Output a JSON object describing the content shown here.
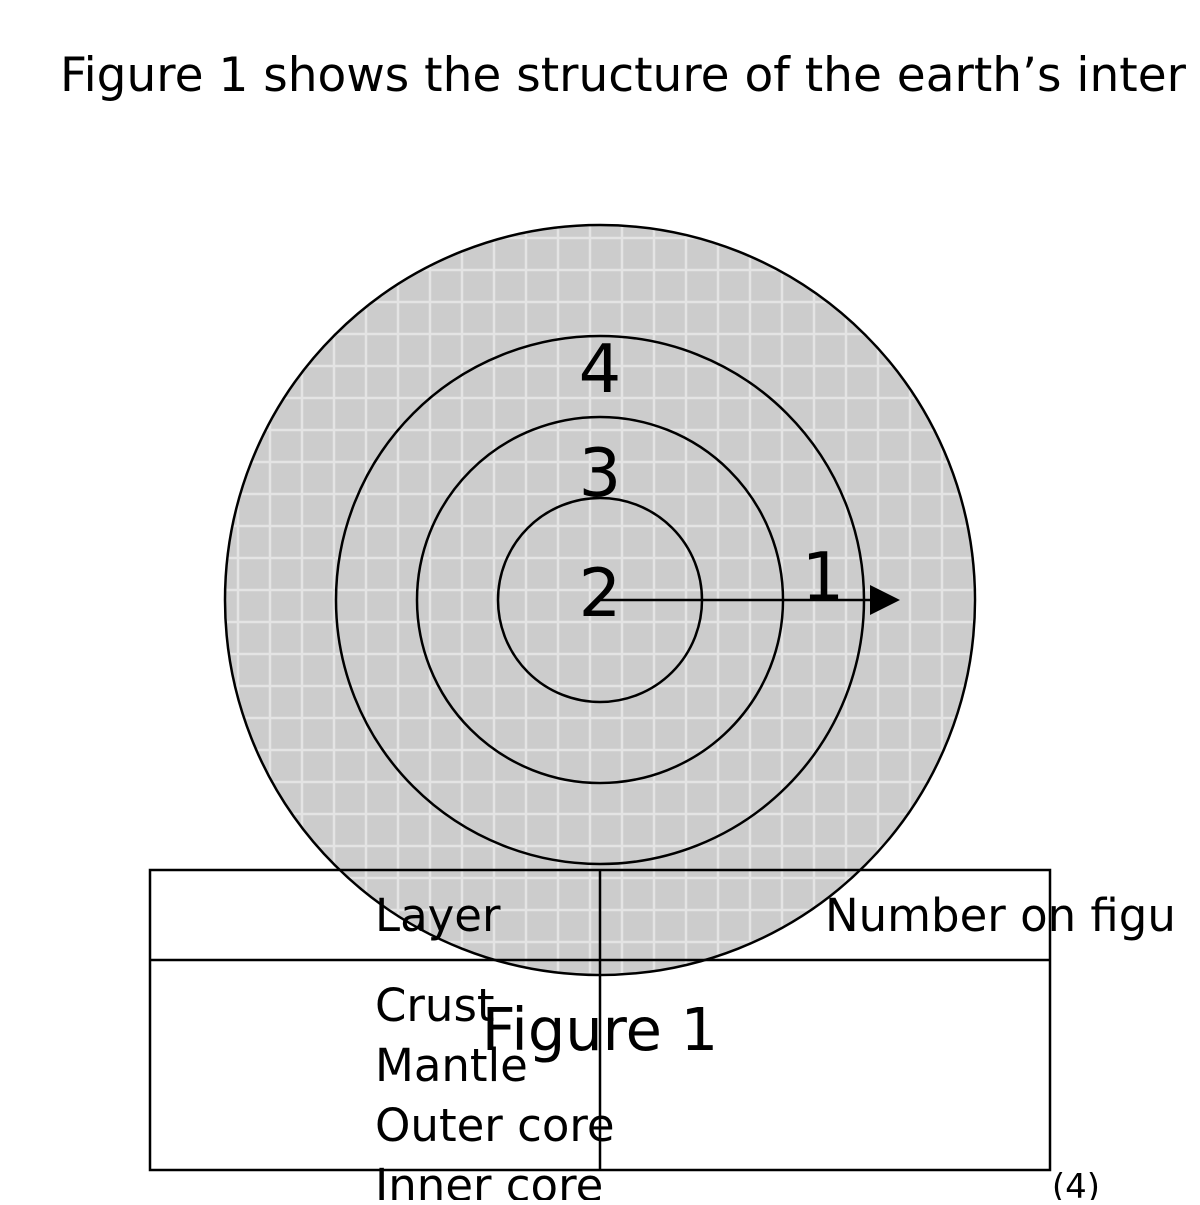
{
  "question": {
    "intro_text": "Figure 1 shows the structure of the earth’s inter"
  },
  "figure": {
    "layer_numbers": [
      "4",
      "3",
      "2",
      "1"
    ],
    "caption": "Figure 1",
    "fill_color": "#cccccc",
    "grid_color": "#e4e4e4",
    "line_color": "#000000"
  },
  "table": {
    "headers": [
      "Layer",
      "Number on figu"
    ],
    "layers": [
      "Crust",
      "Mantle",
      "Outer core",
      "Inner core"
    ]
  },
  "marks": "(4)"
}
